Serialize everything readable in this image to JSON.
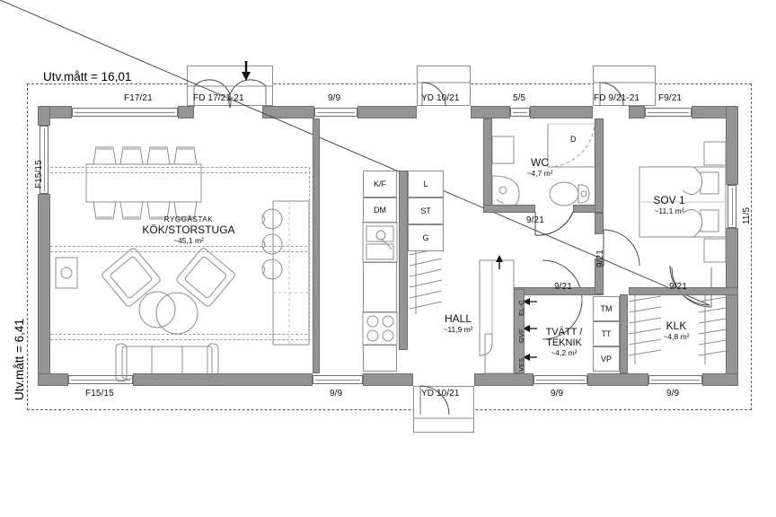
{
  "plan": {
    "dimension_top": "Utv.mått = 16,01",
    "dimension_left": "Utv.mått = 6,41"
  },
  "rooms": [
    {
      "id": "storstuga",
      "pre": "RYGGÅSTAK",
      "name": "KÖK/STORSTUGA",
      "area": "~45,1 m²"
    },
    {
      "id": "hall",
      "pre": "",
      "name": "HALL",
      "area": "~11,9 m²"
    },
    {
      "id": "wc",
      "pre": "",
      "name": "WC",
      "area": "~4,7 m²"
    },
    {
      "id": "sov1",
      "pre": "",
      "name": "SOV 1",
      "area": "~11,1 m²"
    },
    {
      "id": "tvatt",
      "pre": "",
      "name": "TVÄTT /",
      "name2": "TEKNIK",
      "area": "~4,2 m²"
    },
    {
      "id": "klk",
      "pre": "",
      "name": "KLK",
      "area": "~4,8 m²"
    }
  ],
  "openings": {
    "top": [
      {
        "label": "F17/21",
        "type": "window"
      },
      {
        "label": "FD 17/21-21",
        "type": "french-door"
      },
      {
        "label": "9/9",
        "type": "window"
      },
      {
        "label": "YD 10/21",
        "type": "entry-door"
      },
      {
        "label": "5/5",
        "type": "window"
      },
      {
        "label": "FD 9/21-21",
        "type": "french-door"
      },
      {
        "label": "F9/21",
        "type": "window"
      }
    ],
    "bottom": [
      {
        "label": "F15/15",
        "type": "window"
      },
      {
        "label": "9/9",
        "type": "window"
      },
      {
        "label": "YD 10/21",
        "type": "entry-door"
      },
      {
        "label": "9/9",
        "type": "window"
      },
      {
        "label": "9/9",
        "type": "window"
      }
    ],
    "left": [
      {
        "label": "F15/15",
        "type": "window"
      }
    ],
    "right": [
      {
        "label": "11/5",
        "type": "window"
      }
    ],
    "interior": [
      {
        "label": "9/21",
        "type": "door",
        "where": "wc"
      },
      {
        "label": "9/21",
        "type": "door",
        "where": "hall-right"
      },
      {
        "label": "9/21",
        "type": "door",
        "where": "sov1"
      },
      {
        "label": "9/21",
        "type": "door",
        "where": "tvatt"
      },
      {
        "label": "9/21",
        "type": "door",
        "where": "klk"
      }
    ]
  },
  "kitchen_units": [
    {
      "label": "K/F"
    },
    {
      "label": "DM"
    },
    {
      "label": "L"
    },
    {
      "label": "ST"
    },
    {
      "label": "G"
    }
  ],
  "laundry_units": [
    {
      "label": "TM"
    },
    {
      "label": "TT"
    },
    {
      "label": "VP"
    }
  ],
  "shaft_labels": [
    {
      "label": "EL-C"
    },
    {
      "label": "GVF"
    },
    {
      "label": "VES"
    }
  ],
  "fixtures": [
    {
      "label": "D",
      "name": "shower"
    }
  ],
  "colors": {
    "wall": "#949494",
    "wall_outline": "#6f6f6f",
    "furniture_line": "#8d8d8d",
    "text": "#111111",
    "boundary": "#5a5a5a",
    "background": "#ffffff"
  }
}
